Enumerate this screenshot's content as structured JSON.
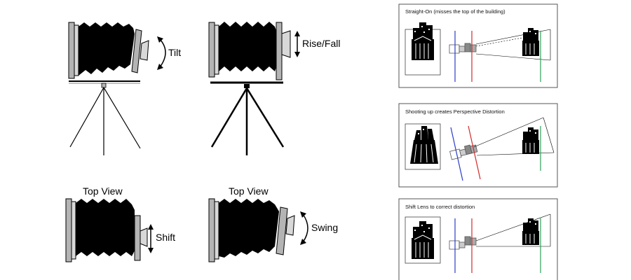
{
  "camera_labels": {
    "tilt": "Tilt",
    "rise_fall": "Rise/Fall",
    "shift": "Shift",
    "swing": "Swing",
    "top_view_1": "Top View",
    "top_view_2": "Top View"
  },
  "panels": [
    {
      "caption": "Straight-On (misses the top of the building)"
    },
    {
      "caption": "Shooting up creates Perspective Distortion"
    },
    {
      "caption": "Shift Lens to correct distortion"
    }
  ],
  "colors": {
    "ink": "#000000",
    "body_gray": "#b4b4b4",
    "panel_border": "#555555",
    "line_blue": "#2a3cc8",
    "line_red": "#d22a2a",
    "line_green": "#2aa05a"
  }
}
